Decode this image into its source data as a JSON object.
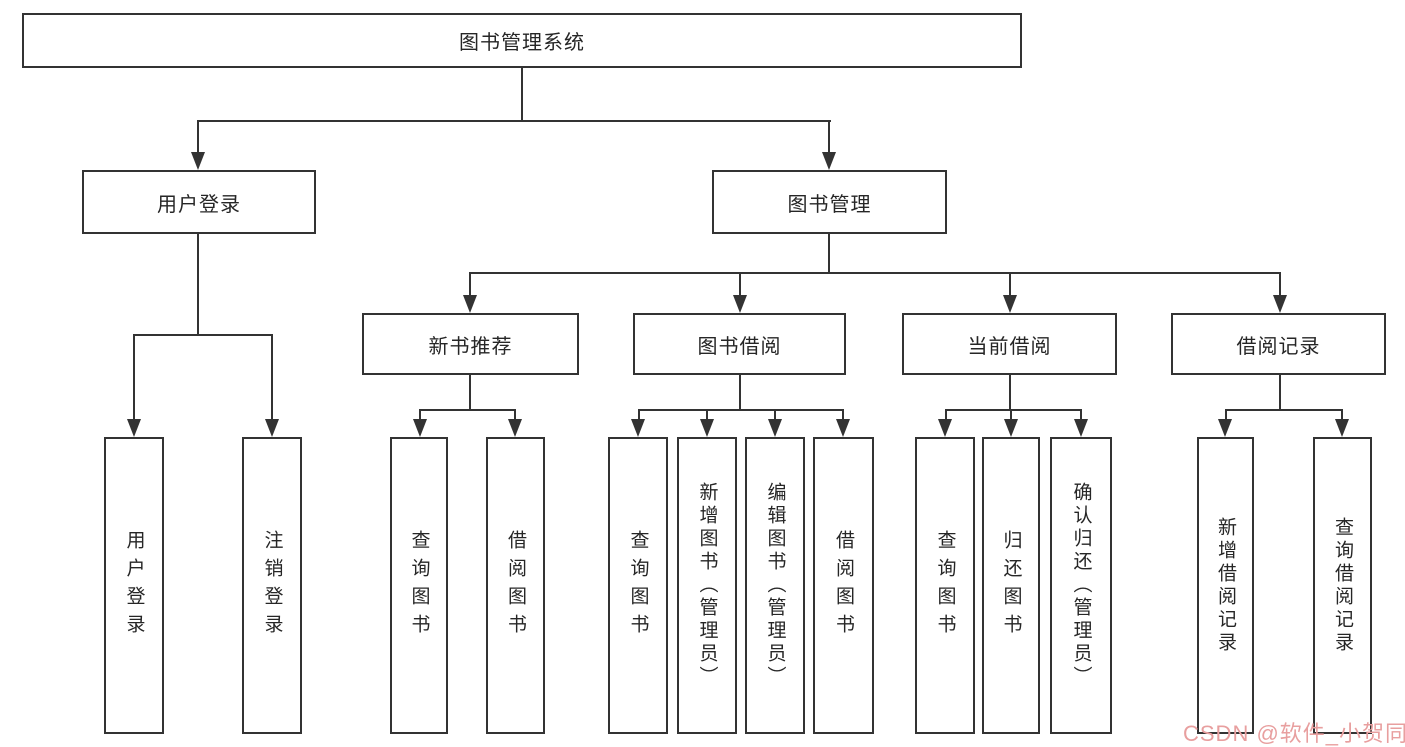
{
  "colors": {
    "line": "#333333",
    "text": "#262626",
    "background": "#ffffff",
    "watermark": "#e89f9f"
  },
  "diagram": {
    "watermark": "CSDN @软件_小贺同学",
    "nodes": {
      "root": "图书管理系统",
      "user_login": "用户登录",
      "book_mgmt": "图书管理",
      "login": "用户登录",
      "logout": "注销登录",
      "new_book_rec": "新书推荐",
      "book_borrow": "图书借阅",
      "current_borrow": "当前借阅",
      "borrow_records": "借阅记录",
      "nb_query": "查询图书",
      "nb_borrow": "借阅图书",
      "bb_query": "查询图书",
      "bb_add": "新增图书（管理员）",
      "bb_edit": "编辑图书（管理员）",
      "bb_borrow": "借阅图书",
      "cb_query": "查询图书",
      "cb_return": "归还图书",
      "cb_confirm": "确认归还（管理员）",
      "br_add": "新增借阅记录",
      "br_query": "查询借阅记录"
    }
  }
}
